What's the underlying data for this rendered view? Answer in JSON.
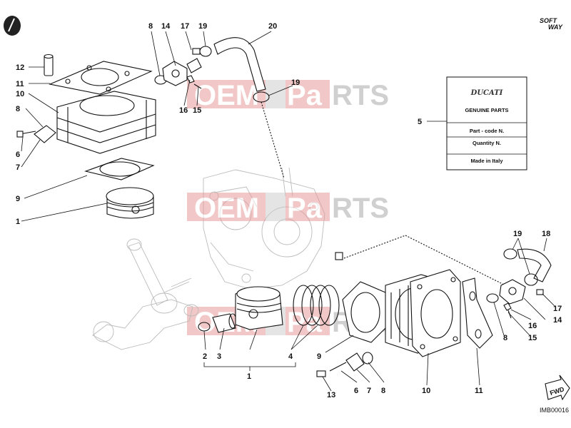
{
  "diagram": {
    "code": "IMB00016",
    "brand_mark": [
      "SOFT",
      "WAY"
    ],
    "fwd_label": "FWD",
    "card": {
      "brand": "DUCATI",
      "genuine": "GENUINE PARTS",
      "part_code": "Part - code N.",
      "quantity": "Quantity N.",
      "origin": "Made in Italy"
    },
    "watermark": {
      "left": "OEM",
      "right": "RTS",
      "middle": "Pa"
    },
    "callouts": [
      "12",
      "11",
      "10",
      "8",
      "6",
      "7",
      "9",
      "1",
      "8",
      "14",
      "17",
      "19",
      "20",
      "16",
      "15",
      "19",
      "5",
      "19",
      "18",
      "17",
      "16",
      "14",
      "15",
      "8",
      "2",
      "3",
      "4",
      "1",
      "9",
      "13",
      "6",
      "7",
      "8",
      "10",
      "11"
    ]
  }
}
